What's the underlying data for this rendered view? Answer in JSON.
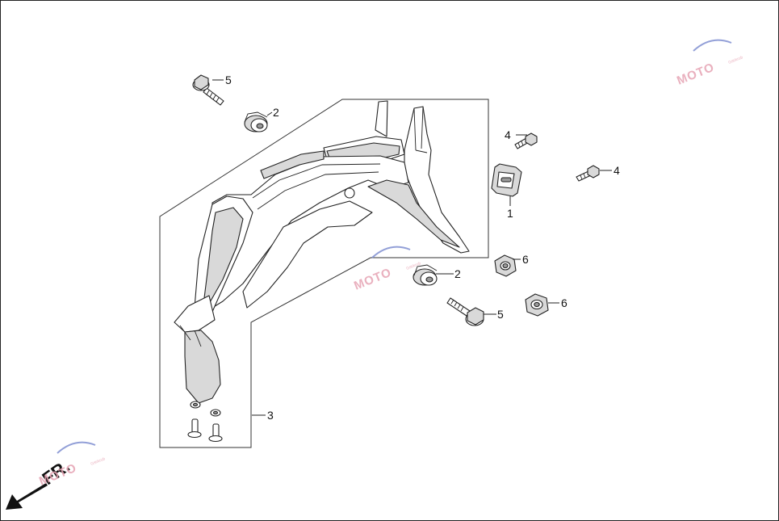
{
  "callouts": {
    "c1": "1",
    "c2a": "2",
    "c2b": "2",
    "c3": "3",
    "c4a": "4",
    "c4b": "4",
    "c5a": "5",
    "c5b": "5",
    "c6a": "6",
    "c6b": "6"
  },
  "direction": {
    "label": "FR."
  },
  "watermark": {
    "text": "MOTO",
    "sub": "Gsirkrub"
  },
  "colors": {
    "line": "#222222",
    "shade": "#d9d9d9",
    "watermark": "#e6a3b3",
    "watermark_blue": "#7f8fd1"
  }
}
